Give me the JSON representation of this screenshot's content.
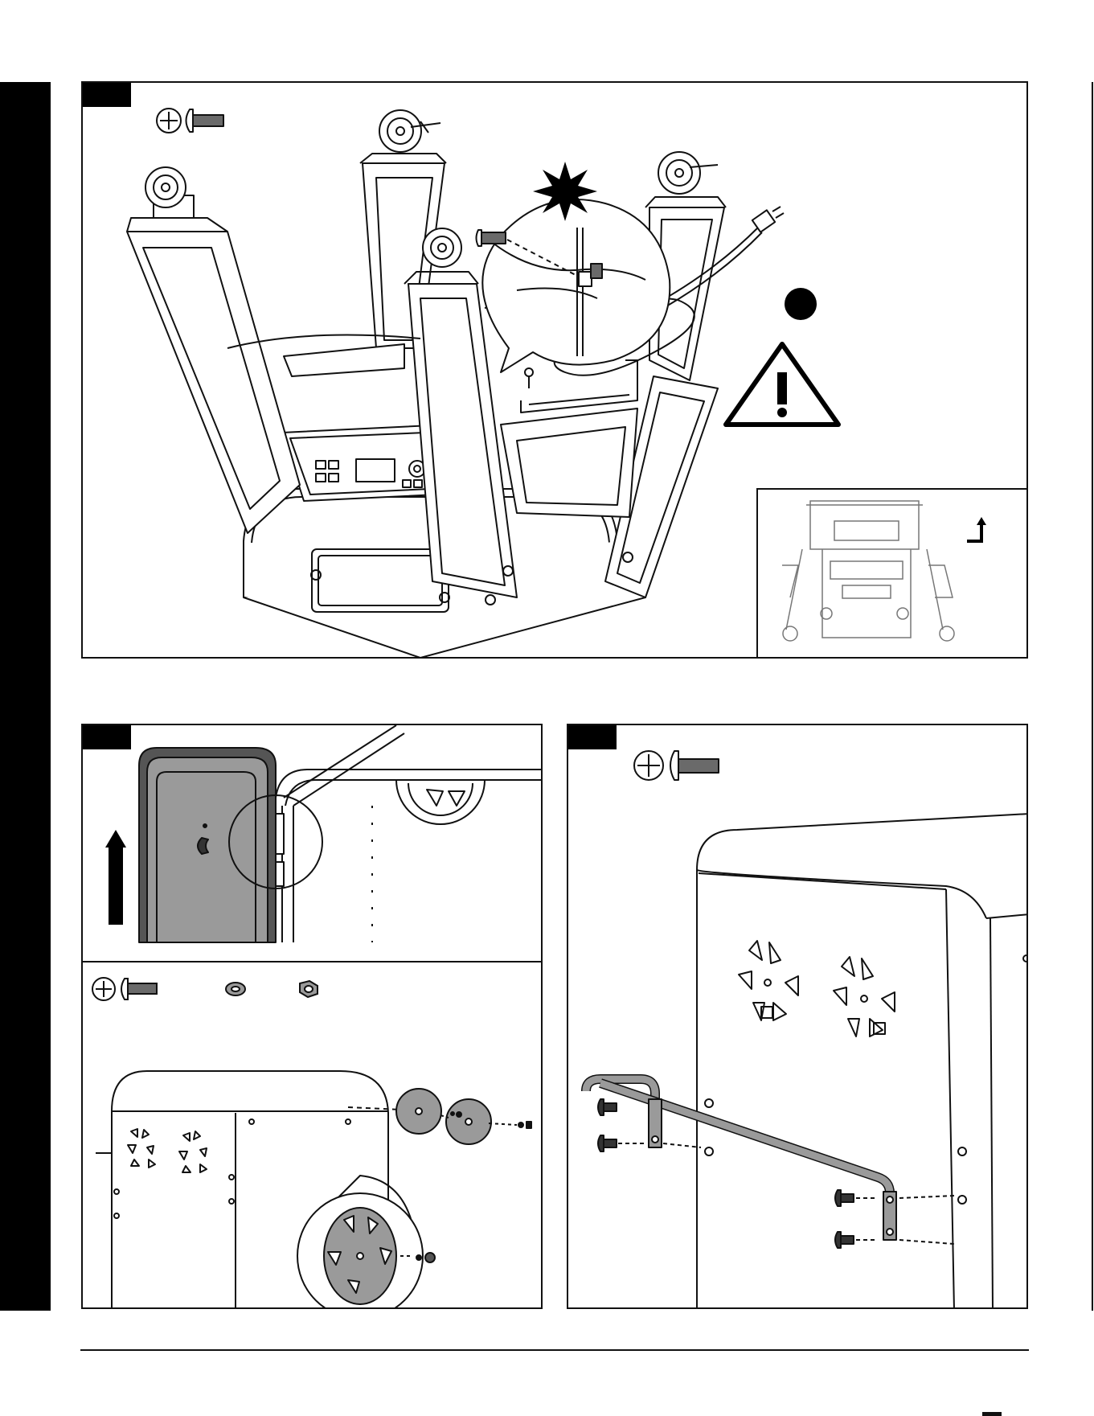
{
  "page": {
    "background": "#ffffff",
    "ink": "#111111",
    "accent_fill": "#9a9a9a",
    "hardware_fill": "#6a6a6a"
  },
  "steps": [
    {
      "id": "step-top",
      "hardware": [
        "screwdriver-icon",
        "bolt-icon"
      ],
      "symbols": [
        "torque-star-icon",
        "warning-triangle-icon"
      ]
    },
    {
      "id": "step-bottom-left",
      "hardware": [
        "screwdriver-icon",
        "bolt-icon",
        "lock-washer-icon",
        "hex-nut-icon"
      ],
      "symbols": [
        "up-arrow-icon"
      ]
    },
    {
      "id": "step-bottom-right",
      "hardware": [
        "screwdriver-icon",
        "bolt-icon"
      ],
      "symbols": []
    }
  ]
}
